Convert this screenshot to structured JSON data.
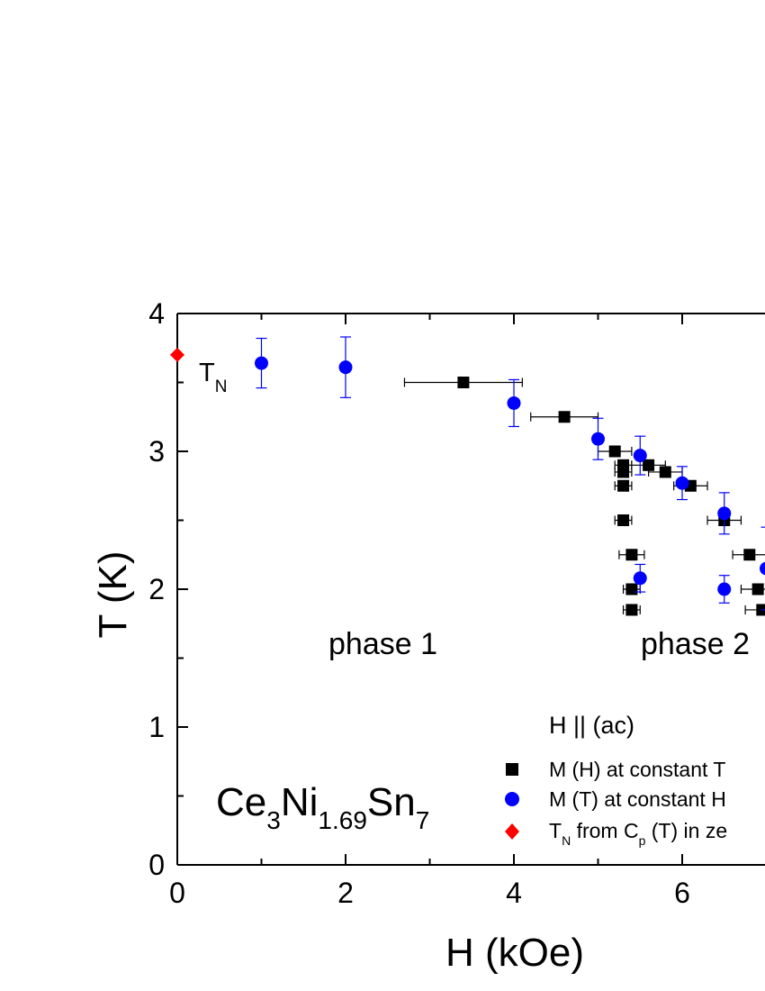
{
  "chart_data": {
    "type": "scatter",
    "xlabel": "H (kOe)",
    "ylabel": "T (K)",
    "xlim": [
      0,
      7
    ],
    "ylim": [
      0,
      4
    ],
    "x_ticks": [
      "0",
      "2",
      "4",
      "6"
    ],
    "y_ticks": [
      "0",
      "1",
      "2",
      "3",
      "4"
    ],
    "grid": false,
    "legend_position": "lower-right",
    "legend_title": "H || (ac)",
    "annotations": {
      "tn_label": "T",
      "tn_sub": "N",
      "phase1": "phase 1",
      "phase2": "phase 2",
      "compound": {
        "p1": "Ce",
        "s1": "3",
        "p2": "Ni",
        "s2": "1.69",
        "p3": "Sn",
        "s3": "7"
      }
    },
    "series": [
      {
        "name": "M (H) at constant T",
        "marker": "square",
        "color": "#000000",
        "points": [
          {
            "x": 3.4,
            "y": 3.5,
            "xerr": 0.7
          },
          {
            "x": 4.6,
            "y": 3.25,
            "xerr": 0.4
          },
          {
            "x": 5.2,
            "y": 3.0,
            "xerr": 0.2
          },
          {
            "x": 5.3,
            "y": 2.9,
            "xerr": 0.1
          },
          {
            "x": 5.3,
            "y": 2.85,
            "xerr": 0.1
          },
          {
            "x": 5.3,
            "y": 2.75,
            "xerr": 0.1
          },
          {
            "x": 5.3,
            "y": 2.5,
            "xerr": 0.1
          },
          {
            "x": 5.4,
            "y": 2.25,
            "xerr": 0.15
          },
          {
            "x": 5.4,
            "y": 2.0,
            "xerr": 0.1
          },
          {
            "x": 5.4,
            "y": 1.85,
            "xerr": 0.1
          },
          {
            "x": 5.6,
            "y": 2.9,
            "xerr": 0.2
          },
          {
            "x": 5.8,
            "y": 2.85,
            "xerr": 0.2
          },
          {
            "x": 6.1,
            "y": 2.75,
            "xerr": 0.2
          },
          {
            "x": 6.5,
            "y": 2.5,
            "xerr": 0.2
          },
          {
            "x": 6.8,
            "y": 2.25,
            "xerr": 0.2
          },
          {
            "x": 6.9,
            "y": 2.0,
            "xerr": 0.2
          },
          {
            "x": 6.95,
            "y": 1.85,
            "xerr": 0.2
          }
        ]
      },
      {
        "name": "M (T) at constant H",
        "marker": "circle",
        "color": "#0000ff",
        "points": [
          {
            "x": 1.0,
            "y": 3.64,
            "yerr": 0.18
          },
          {
            "x": 2.0,
            "y": 3.61,
            "yerr": 0.22
          },
          {
            "x": 4.0,
            "y": 3.35,
            "yerr": 0.17
          },
          {
            "x": 5.0,
            "y": 3.09,
            "yerr": 0.15
          },
          {
            "x": 5.5,
            "y": 2.97,
            "yerr": 0.14
          },
          {
            "x": 6.0,
            "y": 2.77,
            "yerr": 0.12
          },
          {
            "x": 5.5,
            "y": 2.08,
            "yerr": 0.1
          },
          {
            "x": 6.5,
            "y": 2.55,
            "yerr": 0.15
          },
          {
            "x": 6.5,
            "y": 2.0,
            "yerr": 0.1
          },
          {
            "x": 7.0,
            "y": 2.15,
            "yerr": 0.3
          }
        ]
      },
      {
        "name": "T_N from C_p (T) in zero field",
        "marker": "diamond",
        "color": "#ff0000",
        "points": [
          {
            "x": 0.0,
            "y": 3.7
          }
        ]
      }
    ],
    "legend_entries": [
      {
        "text": "M (H) at constant T"
      },
      {
        "text": "M (T) at constant H"
      },
      {
        "pre": "T",
        "sub1": "N",
        "mid": " from C",
        "sub2": "p",
        "post": " (T) in ze"
      }
    ]
  }
}
